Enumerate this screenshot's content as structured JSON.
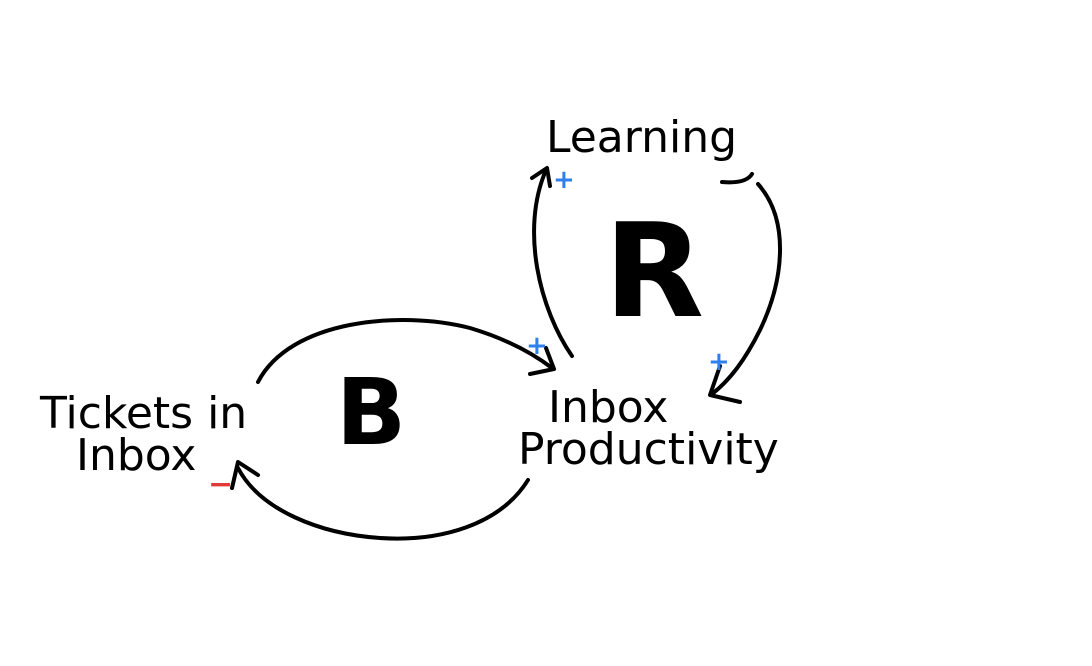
{
  "nodes": {
    "tickets_line1": "Tickets in",
    "tickets_line2": "Inbox",
    "productivity_line1": "Inbox",
    "productivity_line2": "Productivity",
    "learning": "Learning"
  },
  "loops": {
    "balancing": "B",
    "reinforcing": "R"
  },
  "links": [
    {
      "from": "Tickets in Inbox",
      "to": "Inbox Productivity",
      "polarity": "+"
    },
    {
      "from": "Inbox Productivity",
      "to": "Tickets in Inbox",
      "polarity": "-"
    },
    {
      "from": "Inbox Productivity",
      "to": "Learning",
      "polarity": "+"
    },
    {
      "from": "Learning",
      "to": "Inbox Productivity",
      "polarity": "+"
    }
  ],
  "polarity_labels": {
    "tickets_to_productivity": "+",
    "productivity_to_tickets": "−",
    "productivity_to_learning": "+",
    "learning_to_productivity": "+"
  },
  "colors": {
    "ink": "#000000",
    "positive": "#2f80ed",
    "negative": "#e03b3b",
    "background": "#ffffff"
  }
}
